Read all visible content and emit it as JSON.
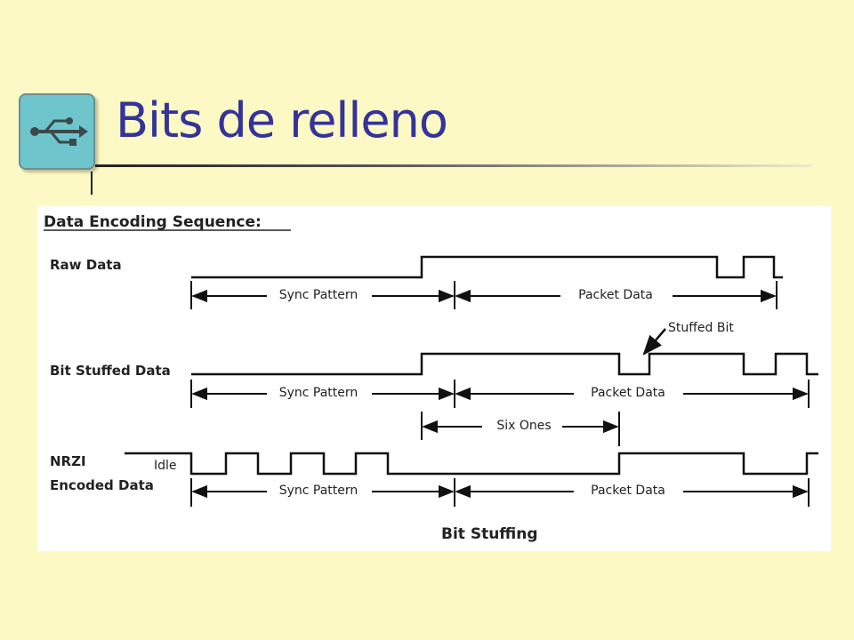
{
  "slide": {
    "title": "Bits de relleno"
  },
  "logo": {
    "icon": "usb-icon",
    "color": "#6fc5cc"
  },
  "colors": {
    "title": "#333399",
    "background": "#fdf9c4"
  },
  "diagram": {
    "heading": "Data Encoding Sequence:",
    "rows": {
      "raw": {
        "label": "Raw Data",
        "span_sync": "Sync Pattern",
        "span_packet": "Packet Data"
      },
      "stuffed": {
        "label": "Bit Stuffed Data",
        "span_sync": "Sync Pattern",
        "span_packet": "Packet Data",
        "annotation": "Stuffed Bit",
        "span_six": "Six Ones"
      },
      "nrzi": {
        "label_line1": "NRZI",
        "label_line2": "Encoded Data",
        "idle": "Idle",
        "span_sync": "Sync Pattern",
        "span_packet": "Packet Data"
      }
    },
    "caption": "Bit Stuffing"
  }
}
